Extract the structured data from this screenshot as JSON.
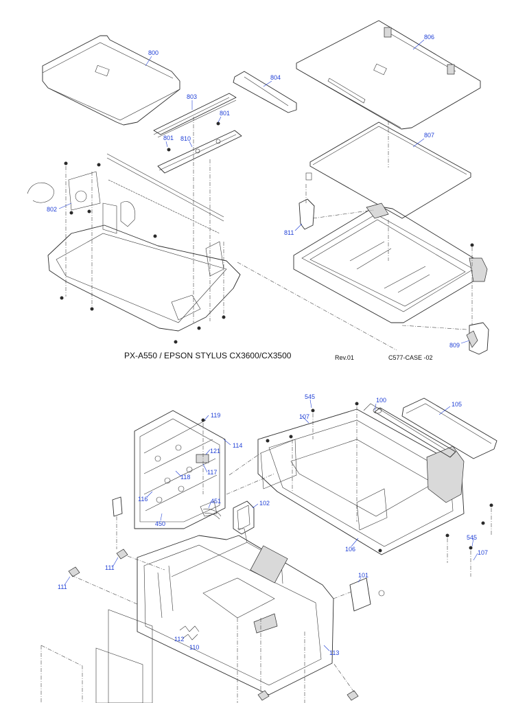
{
  "page": {
    "footer": {
      "model": "PX-A550 / EPSON  STYLUS  CX3600/CX3500",
      "revision": "Rev.01",
      "sheet_id": "C577-CASE -02"
    }
  },
  "callouts_top": [
    {
      "id": "t800",
      "text": "800"
    },
    {
      "id": "t806",
      "text": "806"
    },
    {
      "id": "t804",
      "text": "804"
    },
    {
      "id": "t803",
      "text": "803"
    },
    {
      "id": "t801a",
      "text": "801"
    },
    {
      "id": "t801b",
      "text": "801"
    },
    {
      "id": "t810",
      "text": "810"
    },
    {
      "id": "t807",
      "text": "807"
    },
    {
      "id": "t802",
      "text": "802"
    },
    {
      "id": "t811",
      "text": "811"
    },
    {
      "id": "t809",
      "text": "809"
    }
  ],
  "callouts_bottom": [
    {
      "id": "b545a",
      "text": "545"
    },
    {
      "id": "b100",
      "text": "100"
    },
    {
      "id": "b105",
      "text": "105"
    },
    {
      "id": "b107a",
      "text": "107"
    },
    {
      "id": "b119",
      "text": "119"
    },
    {
      "id": "b114",
      "text": "114"
    },
    {
      "id": "b121",
      "text": "121"
    },
    {
      "id": "b118",
      "text": "118"
    },
    {
      "id": "b117",
      "text": "117"
    },
    {
      "id": "b116",
      "text": "116"
    },
    {
      "id": "b451",
      "text": "451"
    },
    {
      "id": "b102",
      "text": "102"
    },
    {
      "id": "b450",
      "text": "450"
    },
    {
      "id": "b545b",
      "text": "545"
    },
    {
      "id": "b107b",
      "text": "107"
    },
    {
      "id": "b106",
      "text": "106"
    },
    {
      "id": "b111a",
      "text": "111"
    },
    {
      "id": "b111b",
      "text": "111"
    },
    {
      "id": "b101",
      "text": "101"
    },
    {
      "id": "b112",
      "text": "112"
    },
    {
      "id": "b110",
      "text": "110"
    },
    {
      "id": "b113",
      "text": "113"
    }
  ]
}
